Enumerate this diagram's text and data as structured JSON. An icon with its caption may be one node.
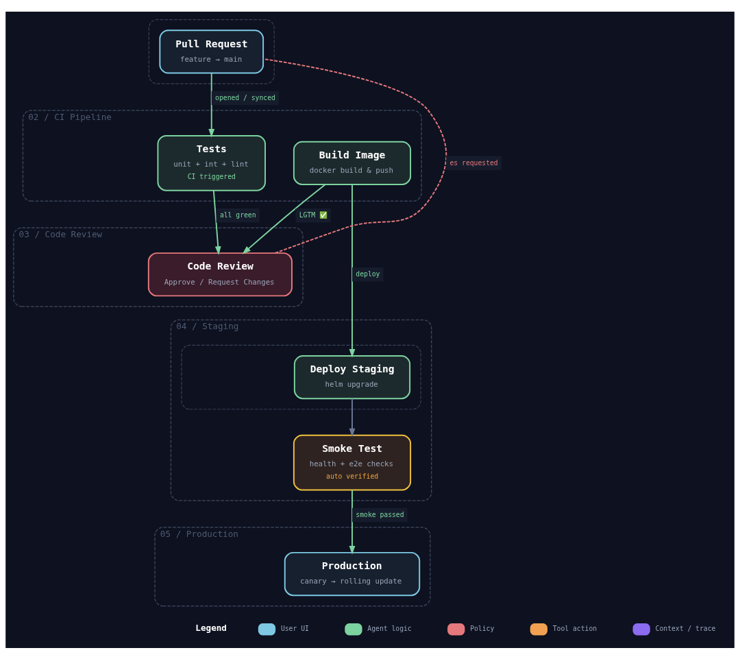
{
  "diagram": {
    "nodes": [
      {
        "text": [],
        "shape": "box"
      },
      {
        "text": [
          "Pull Request",
          "feature → main"
        ],
        "in": 0
      },
      {
        "text": [
          "02 / CI Pipeline"
        ]
      },
      {
        "text": [
          "Tests",
          "unit + int + lint",
          "CI triggered"
        ],
        "in": 2
      },
      {
        "text": [
          "Build Image",
          "docker build & push"
        ],
        "in": 2
      },
      {
        "text": [
          "03 / Code Review"
        ]
      },
      {
        "text": [
          "Code Review",
          "Approve / Request Changes"
        ],
        "in": 5
      },
      {
        "text": [
          "04 / Staging"
        ]
      },
      {
        "text": [],
        "shape": "box",
        "in": 7
      },
      {
        "text": [
          "Deploy Staging",
          "helm upgrade"
        ],
        "in": 8
      },
      {
        "text": [
          "Smoke Test",
          "health + e2e checks",
          "auto verified"
        ],
        "in": 7
      },
      {
        "text": [
          "05 / Production"
        ]
      },
      {
        "text": [
          "Production",
          "canary → rolling update"
        ],
        "in": 11
      }
    ],
    "edges": [
      {
        "from": 1,
        "to": 3,
        "arrow": "to",
        "label": "opened / synced"
      },
      {
        "from": 3,
        "to": 6,
        "arrow": "to",
        "label": "all green"
      },
      {
        "from": 4,
        "to": 6,
        "arrow": "to",
        "label": "LGTM ✅"
      },
      {
        "from": 4,
        "to": 9,
        "arrow": "to",
        "label": "deploy"
      },
      {
        "from": 6,
        "to": 1,
        "arrow": "none",
        "label": "es requested",
        "style": "dashed",
        "color": "#e5787c"
      },
      {
        "from": 9,
        "to": 10,
        "arrow": "to",
        "color": "#6b7894"
      },
      {
        "from": 10,
        "to": 12,
        "arrow": "to",
        "label": "smoke passed"
      }
    ],
    "labels": [
      "Legend"
    ],
    "legend": [
      {
        "text": "User UI",
        "color": "#7ec8e3"
      },
      {
        "text": "Agent logic",
        "color": "#7dd3a0"
      },
      {
        "text": "Policy",
        "color": "#e5787c"
      },
      {
        "text": "Tool action",
        "color": "#f0a050"
      },
      {
        "text": "Context / trace",
        "color": "#8b6cf0"
      }
    ]
  }
}
